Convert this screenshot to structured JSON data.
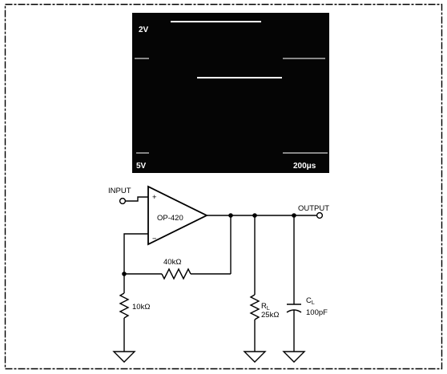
{
  "oscilloscope": {
    "ch1_scale": "2V",
    "ch2_scale": "5V",
    "time_scale": "200μs"
  },
  "circuit": {
    "input_label": "INPUT",
    "output_label": "OUTPUT",
    "opamp_label": "OP-420",
    "plus_sign": "+",
    "minus_sign": "−",
    "feedback_resistor": "40kΩ",
    "ground_resistor": "10kΩ",
    "load_resistor_name": "R",
    "load_resistor_sub": "L",
    "load_resistor_value": "25kΩ",
    "load_capacitor_name": "C",
    "load_capacitor_sub": "L",
    "load_capacitor_value": "100pF"
  }
}
